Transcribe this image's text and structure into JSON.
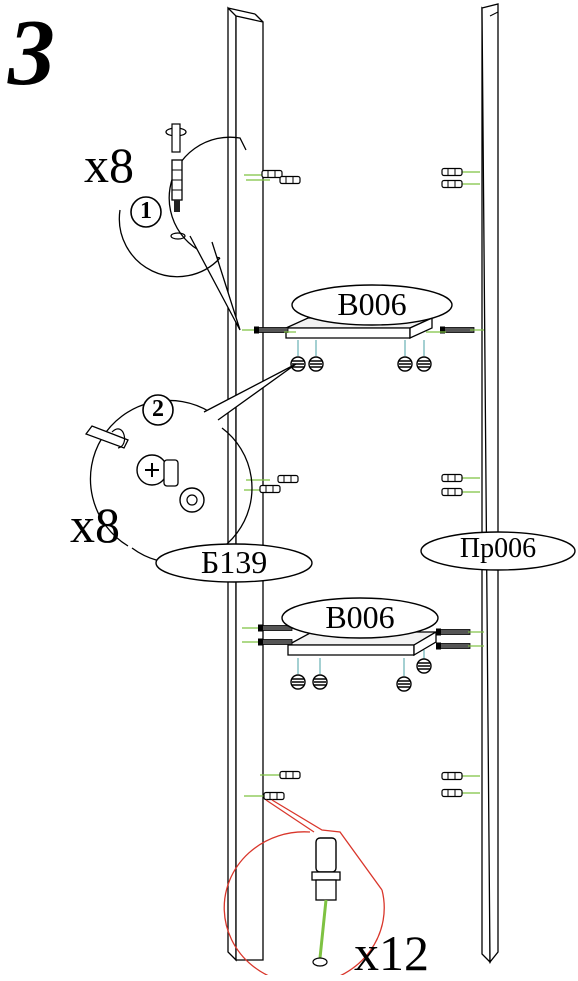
{
  "step": {
    "number": "3"
  },
  "callouts": {
    "top": {
      "quantity": "x8",
      "substep": "1"
    },
    "middle": {
      "quantity": "x8",
      "substep": "2"
    },
    "bottom": {
      "quantity": "x12"
    }
  },
  "parts": {
    "shelf_upper": "В006",
    "shelf_lower": "В006",
    "left_panel": "Б139",
    "right_panel": "Пр006"
  },
  "colors": {
    "line": "#000000",
    "dowel_guide": "#7ec242",
    "callout_red": "#d9362b",
    "shelf_fill": "#f2f2f2"
  }
}
